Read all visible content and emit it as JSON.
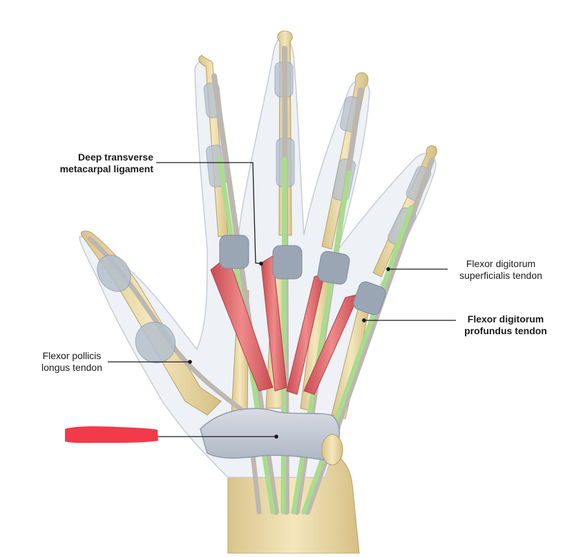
{
  "labels": {
    "deep_transverse": {
      "line1": "Deep transverse",
      "line2": "metacarpal ligament"
    },
    "fds": {
      "line1": "Flexor digitorum",
      "line2": "superficialis tendon"
    },
    "fdp": {
      "line1": "Flexor digitorum",
      "line2": "profundus tendon"
    },
    "fpl": {
      "line1": "Flexor pollicis",
      "line2": "longus tendon"
    }
  },
  "redacted_label": {
    "color": "#f23a4a"
  },
  "colors": {
    "bone": "#ecdcaa",
    "bone_shadow": "#cdb677",
    "sheath": "#a9b7c5",
    "tendon": "#c9c4bf",
    "fds_tendon": "#bfe3a6",
    "muscle": "#e36a6e",
    "retinaculum": "#c6cdd8"
  }
}
